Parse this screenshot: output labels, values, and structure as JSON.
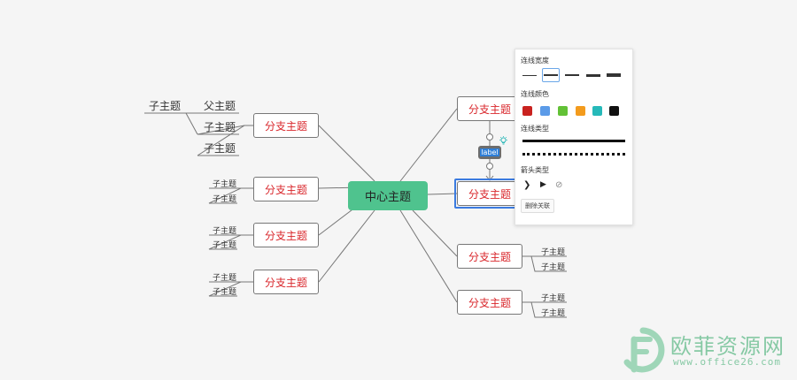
{
  "mindmap": {
    "center": "中心主题",
    "branch": "分支主题",
    "sub": "子主题",
    "parent": "父主题",
    "relation_label": "label"
  },
  "panel": {
    "line_width_title": "连线宽度",
    "line_color_title": "连线颜色",
    "line_type_title": "连线类型",
    "arrow_type_title": "箭头类型",
    "delete_button": "删除关联",
    "colors": [
      "#c9221f",
      "#5b9be8",
      "#62c136",
      "#f39b1d",
      "#26b9b9",
      "#111111"
    ]
  },
  "watermark": {
    "brand": "欧菲资源网",
    "url": "www.office26.com"
  }
}
